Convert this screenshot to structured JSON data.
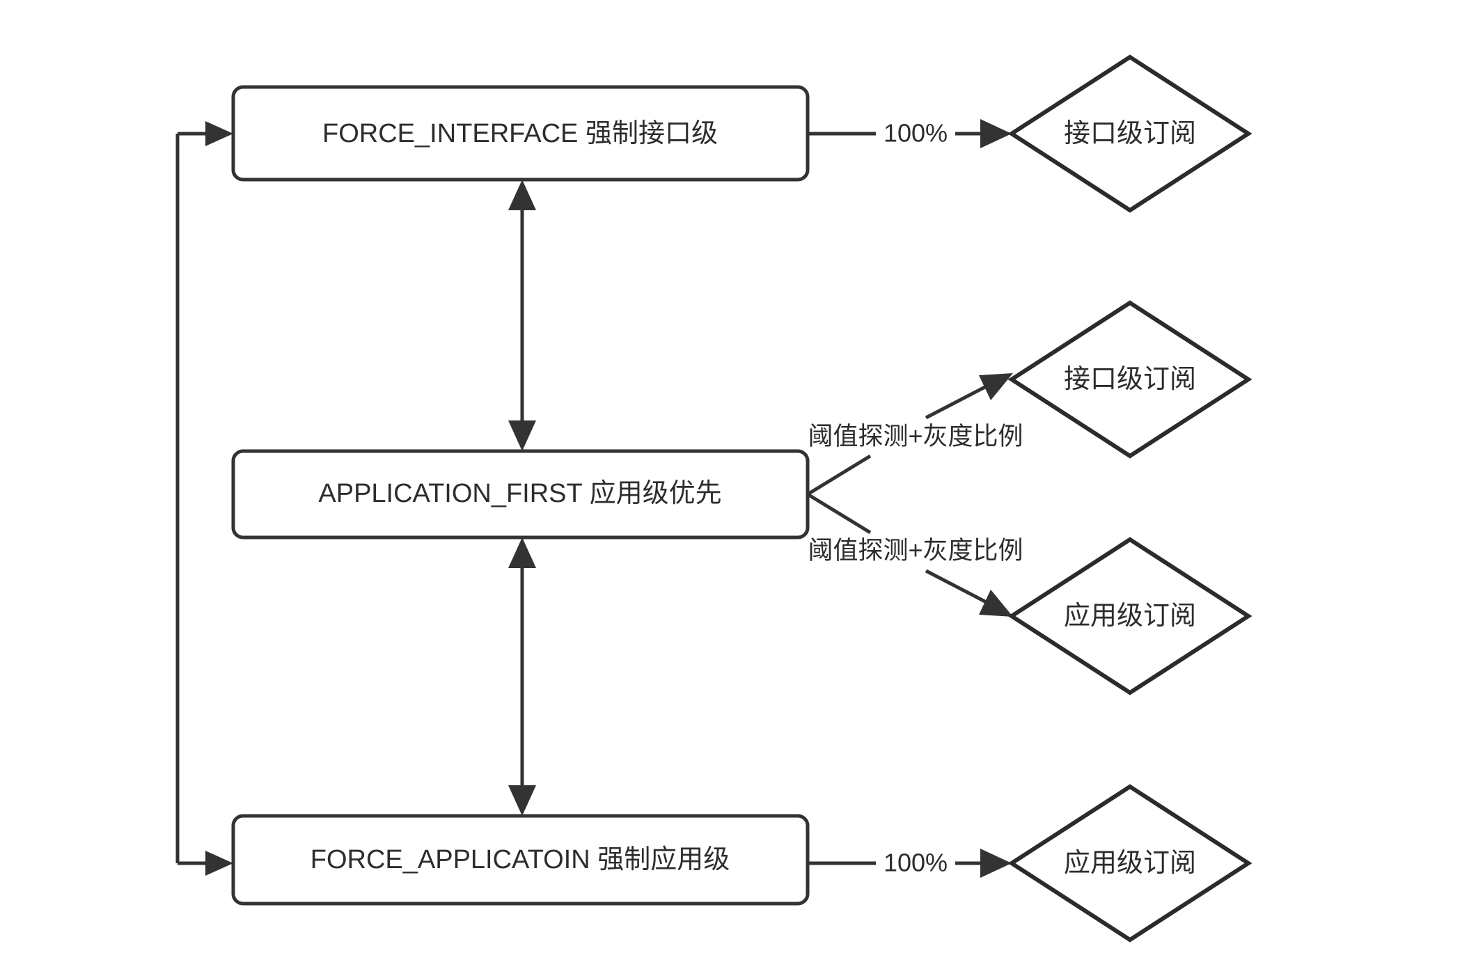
{
  "diagram": {
    "type": "flowchart",
    "background_color": "#ffffff",
    "stroke_color": "#333333",
    "text_color": "#2d2d2d",
    "nodes": [
      {
        "id": "force_interface",
        "shape": "rounded-rect",
        "label": "FORCE_INTERFACE 强制接口级"
      },
      {
        "id": "application_first",
        "shape": "rounded-rect",
        "label": "APPLICATION_FIRST 应用级优先"
      },
      {
        "id": "force_application",
        "shape": "rounded-rect",
        "label": "FORCE_APPLICATOIN 强制应用级"
      },
      {
        "id": "interface_sub_top",
        "shape": "diamond",
        "label": "接口级订阅"
      },
      {
        "id": "interface_sub_mid",
        "shape": "diamond",
        "label": "接口级订阅"
      },
      {
        "id": "application_sub_mid",
        "shape": "diamond",
        "label": "应用级订阅"
      },
      {
        "id": "application_sub_bottom",
        "shape": "diamond",
        "label": "应用级订阅"
      }
    ],
    "edges": [
      {
        "id": "e-interface-100",
        "from": "force_interface",
        "to": "interface_sub_top",
        "label": "100%",
        "arrow": "single"
      },
      {
        "id": "e-appfirst-interface",
        "from": "application_first",
        "to": "interface_sub_mid",
        "label": "阈值探测+灰度比例",
        "arrow": "single"
      },
      {
        "id": "e-appfirst-application",
        "from": "application_first",
        "to": "application_sub_mid",
        "label": "阈值探测+灰度比例",
        "arrow": "single"
      },
      {
        "id": "e-forceapp-100",
        "from": "force_application",
        "to": "application_sub_bottom",
        "label": "100%",
        "arrow": "single"
      },
      {
        "id": "e-interface-appfirst",
        "from": "force_interface",
        "to": "application_first",
        "label": "",
        "arrow": "double"
      },
      {
        "id": "e-appfirst-forceapp",
        "from": "application_first",
        "to": "force_application",
        "label": "",
        "arrow": "double"
      },
      {
        "id": "e-loop-top",
        "from": "feedback-bus",
        "to": "force_interface",
        "label": "",
        "arrow": "single"
      },
      {
        "id": "e-loop-bottom",
        "from": "feedback-bus",
        "to": "force_application",
        "label": "",
        "arrow": "single"
      }
    ]
  }
}
